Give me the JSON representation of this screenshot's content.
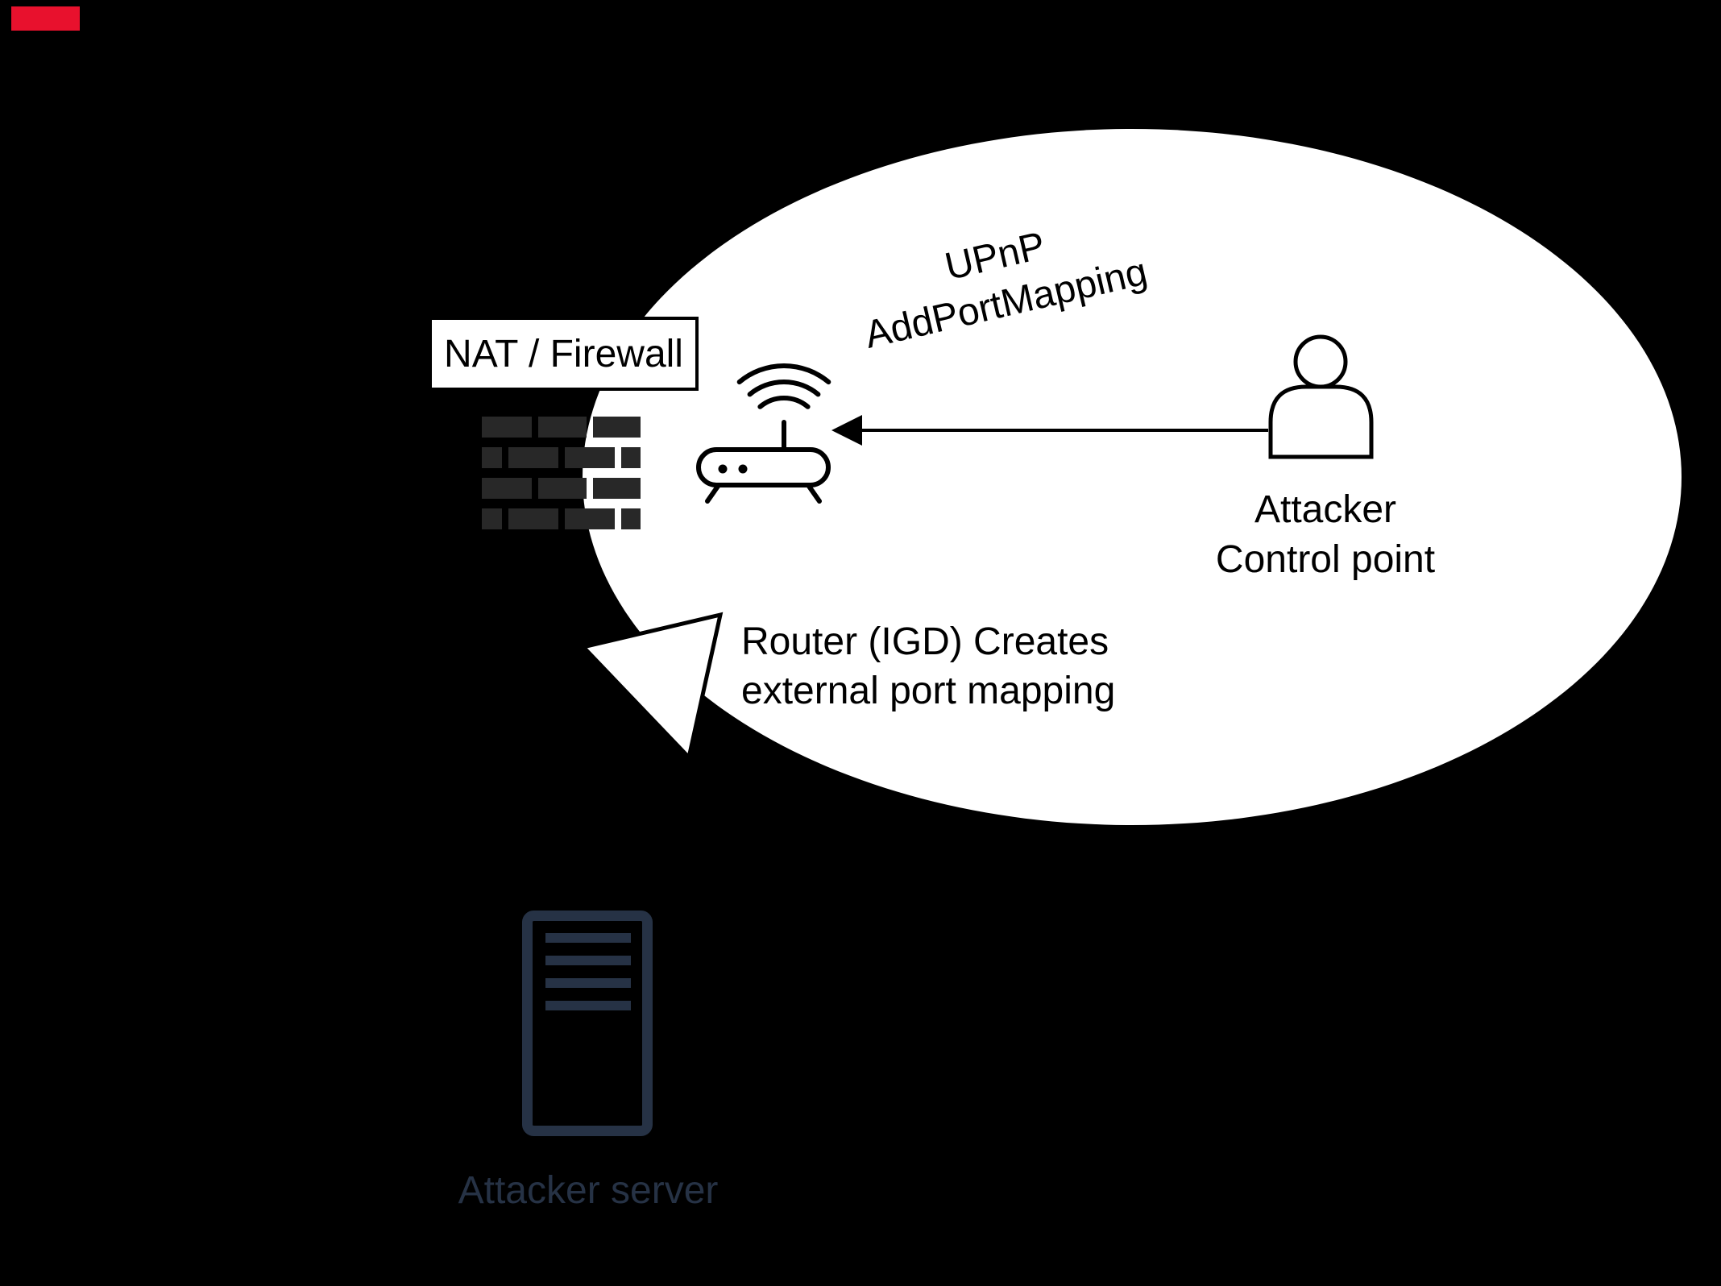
{
  "diagram": {
    "background_color": "#000000",
    "bubble_fill": "#ffffff",
    "outline_color": "#000000",
    "red_marker_color": "#e8112d",
    "brick_color": "#282828",
    "server_color": "#263245"
  },
  "labels": {
    "nat_firewall": "NAT / Firewall",
    "upnp_line1": "UPnP",
    "upnp_line2": "AddPortMapping",
    "attacker_line1": "Attacker",
    "attacker_line2": "Control point",
    "router_note_line1": "Router (IGD) Creates",
    "router_note_line2": "external port mapping",
    "server": "Attacker server"
  }
}
